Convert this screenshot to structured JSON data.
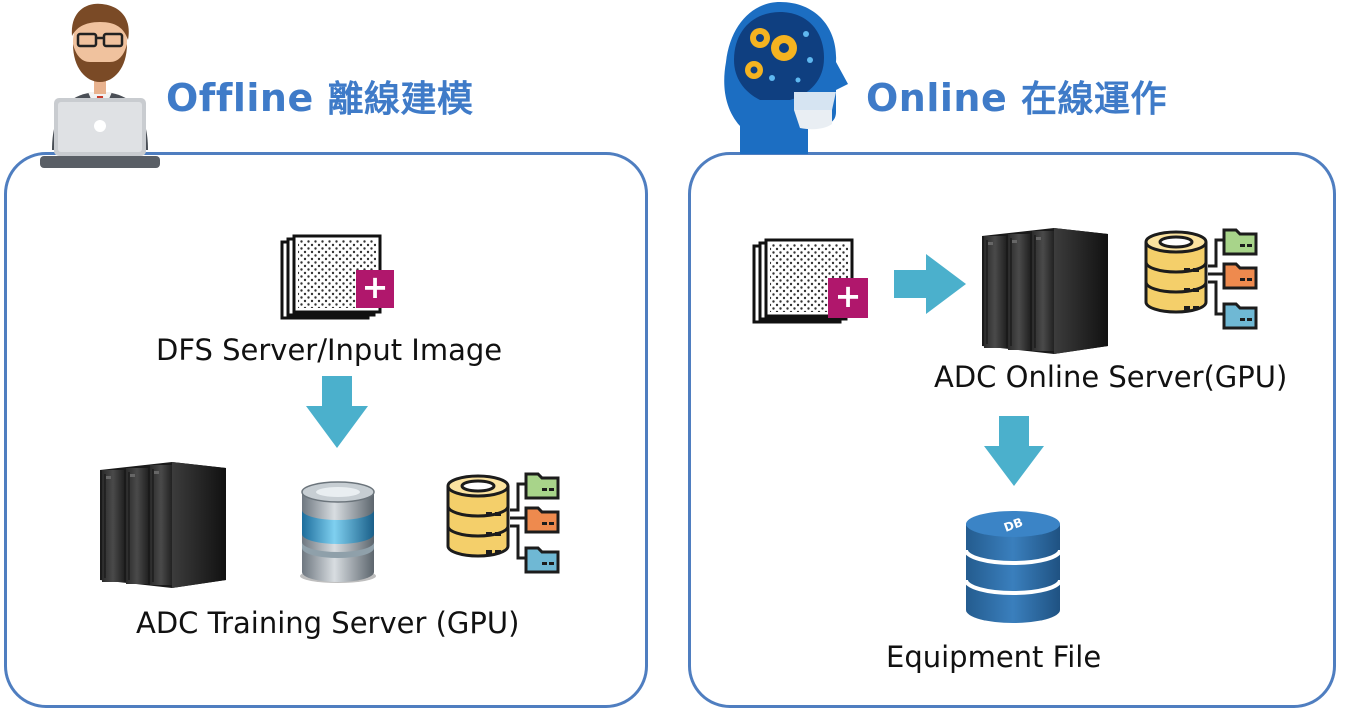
{
  "offline": {
    "title_en": "Offline",
    "title_zh": "離線建模",
    "input_label": "DFS Server/Input Image",
    "server_label": "ADC Training Server (GPU)"
  },
  "online": {
    "title_en": "Online",
    "title_zh": "在線運作",
    "server_label": "ADC Online Server(GPU)",
    "output_label": "Equipment File"
  },
  "db_badge": "DB",
  "plus_symbol": "+",
  "colors": {
    "panel_border": "#4f7ec0",
    "heading": "#3f7bc8",
    "arrow": "#4bb0cc",
    "plus_badge": "#b0176c",
    "db_blue": "#2e6ea6"
  },
  "icons": [
    "businessman-icon",
    "ai-brain-icon",
    "image-stack-icon",
    "server-tower-icon",
    "database-icon",
    "database-tree-icon",
    "db-cylinder-icon",
    "arrow-down-icon",
    "arrow-right-icon"
  ]
}
